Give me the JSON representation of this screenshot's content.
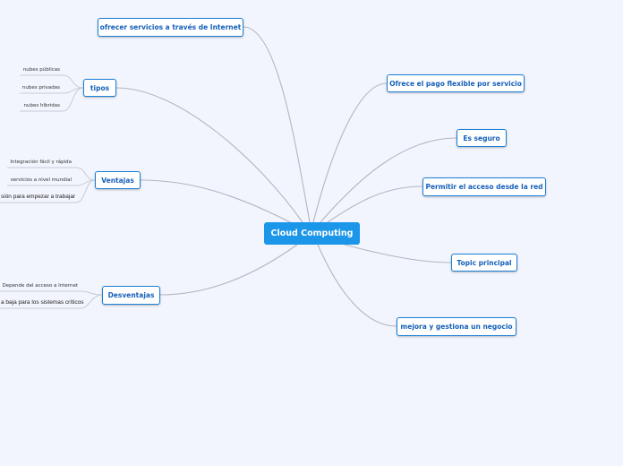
{
  "central_topic": "Cloud Computing",
  "left_topics": [
    {
      "label": "ofrecer servicios a través de Internet",
      "subtopics": []
    },
    {
      "label": "tipos",
      "subtopics": [
        "nubes públicas",
        "nubes privadas",
        "nubes híbridas"
      ]
    },
    {
      "label": "Ventajas",
      "subtopics": [
        "Integración fácil y rápida",
        "servicios a nivel mundial",
        "sión para empezar a trabajar"
      ]
    },
    {
      "label": "Desventajas",
      "subtopics": [
        "Depende del acceso a Internet",
        "a baja para los sistemas críticos"
      ]
    }
  ],
  "right_topics": [
    {
      "label": "Ofrece el pago flexible por servicio"
    },
    {
      "label": "Es seguro"
    },
    {
      "label": "Permitir el acceso desde la red"
    },
    {
      "label": "Topic principal"
    },
    {
      "label": "mejora y gestiona un negocio"
    }
  ],
  "colors": {
    "background": "#f2f5fd",
    "central": "#1b96e8",
    "border": "#1b7fd6",
    "text": "#1560b8",
    "connector": "#b0b4bf"
  }
}
